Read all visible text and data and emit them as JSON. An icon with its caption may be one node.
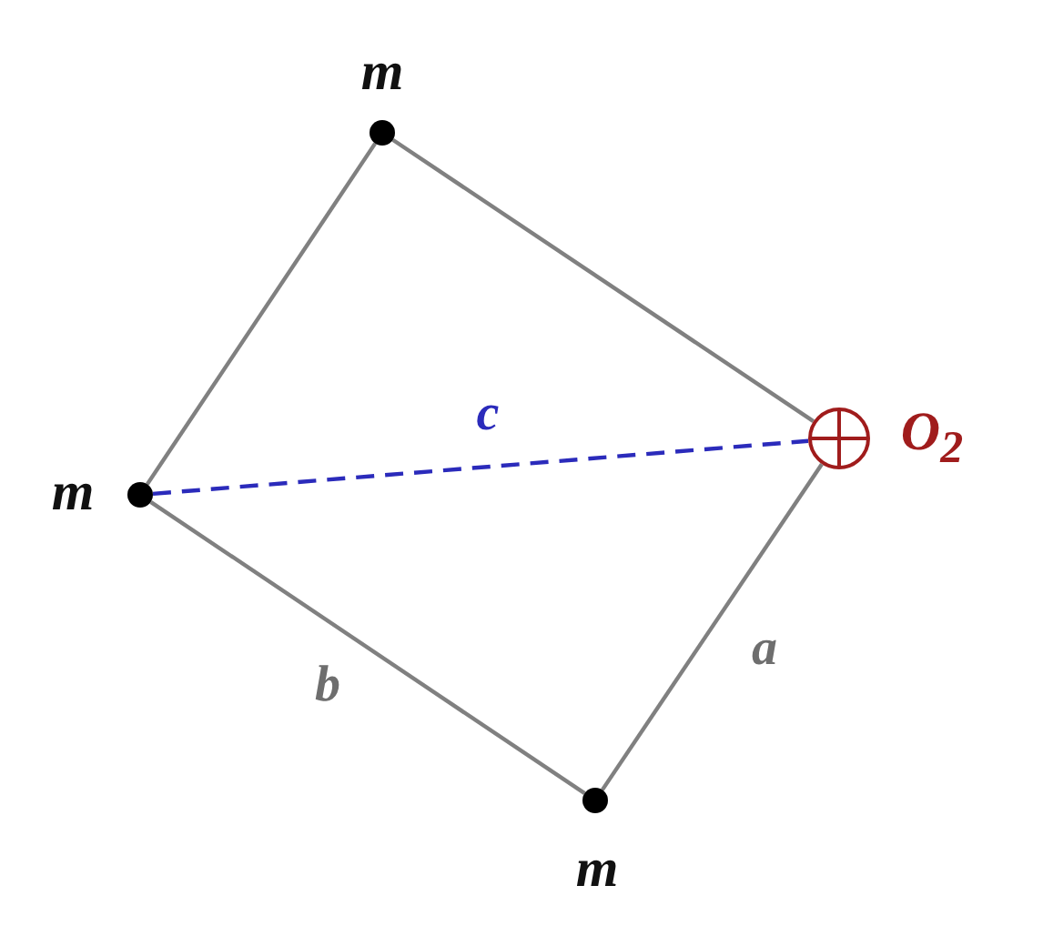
{
  "diagram": {
    "nodes": [
      {
        "text": [],
        "shape": "circle",
        "beside": [
          "m"
        ]
      },
      {
        "text": [],
        "shape": "circle",
        "beside": [
          "m"
        ]
      },
      {
        "text": [],
        "shape": "circle",
        "beside": [
          "O$_{2}$"
        ]
      },
      {
        "text": [],
        "shape": "circle",
        "beside": [
          "m"
        ]
      }
    ],
    "edges": [
      {
        "from": 0,
        "to": 1,
        "arrow": "none"
      },
      {
        "from": 0,
        "to": 2,
        "arrow": "none"
      },
      {
        "from": 1,
        "to": 2,
        "arrow": "none",
        "label": "c",
        "style": "dashed",
        "color": "#2b2bbb"
      },
      {
        "from": 1,
        "to": 3,
        "arrow": "none",
        "label": "b"
      },
      {
        "from": 3,
        "to": 2,
        "arrow": "none",
        "label": "a"
      }
    ]
  }
}
